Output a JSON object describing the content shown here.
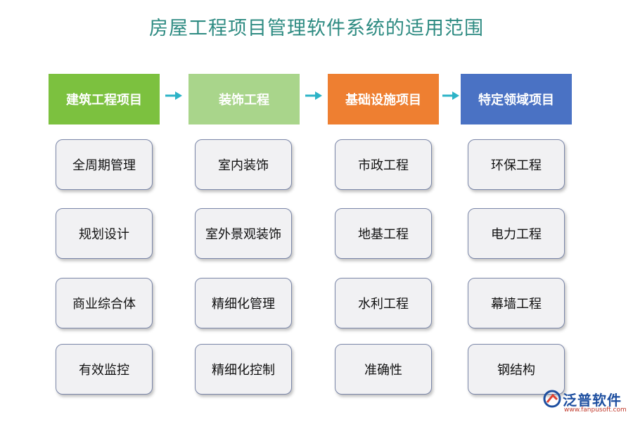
{
  "title": "房屋工程项目管理软件系统的适用范围",
  "columns": [
    {
      "header": "建筑工程项目",
      "color": "#7cc13f",
      "items": [
        "全周期管理",
        "规划设计",
        "商业综合体",
        "有效监控"
      ]
    },
    {
      "header": "装饰工程",
      "color": "#a9d58b",
      "items": [
        "室内装饰",
        "室外景观装饰",
        "精细化管理",
        "精细化控制"
      ]
    },
    {
      "header": "基础设施项目",
      "color": "#ee7f31",
      "items": [
        "市政工程",
        "地基工程",
        "水利工程",
        "准确性"
      ]
    },
    {
      "header": "特定领域项目",
      "color": "#4a72c4",
      "items": [
        "环保工程",
        "电力工程",
        "幕墙工程",
        "钢结构"
      ]
    }
  ],
  "arrow_color": "#2cb3c7",
  "logo": {
    "name": "泛普软件",
    "url": "www.fanpusoft.com"
  }
}
